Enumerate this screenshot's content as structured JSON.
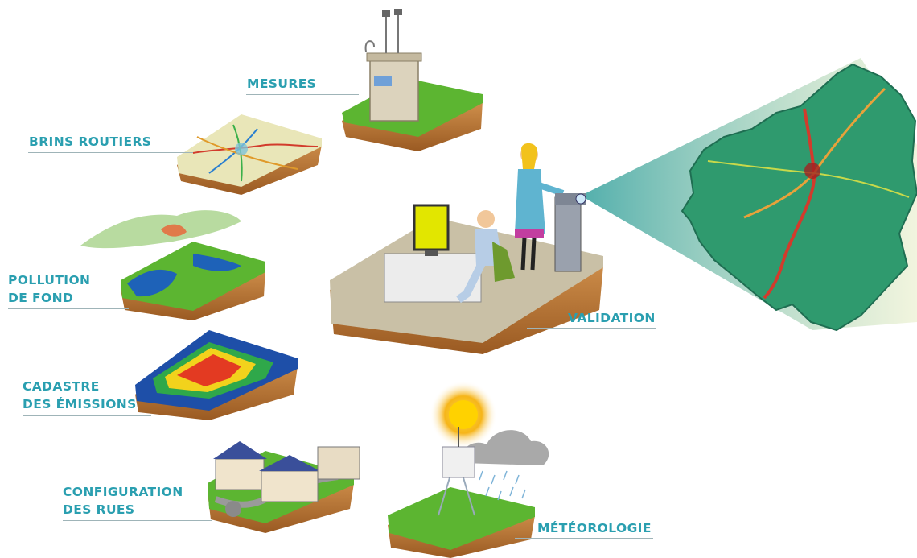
{
  "labels": {
    "mesures": "MESURES",
    "brins_routiers": "BRINS ROUTIERS",
    "pollution_line1": "POLLUTION",
    "pollution_line2": "DE FOND",
    "cadastre_line1": "CADASTRE",
    "cadastre_line2": "DES ÉMISSIONS",
    "configuration_line1": "CONFIGURATION",
    "configuration_line2": "DES RUES",
    "validation": "VALIDATION",
    "meteorologie": "MÉTÉOROLOGIE"
  },
  "colors": {
    "label_text": "#2a9fb0",
    "grass": "#5cb531",
    "soil": "#c8843a",
    "map_green": "#2f9a6e",
    "road_red": "#d23b2c"
  }
}
